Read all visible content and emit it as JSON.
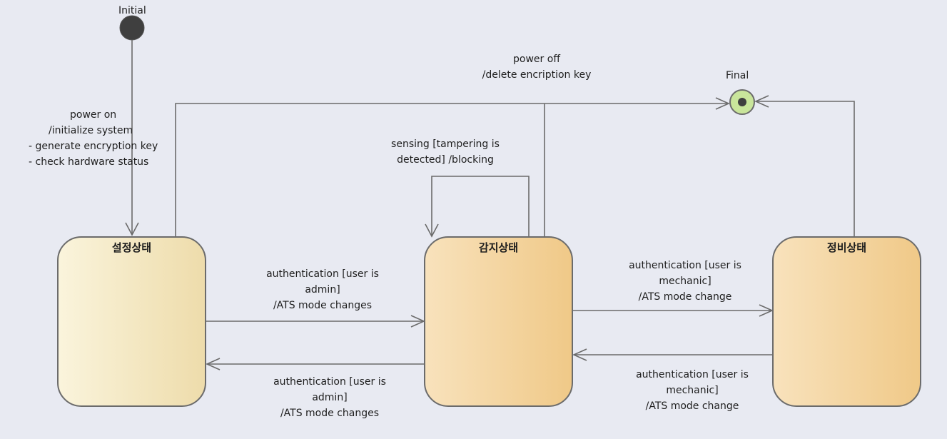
{
  "initial_label": "Initial",
  "final_label": "Final",
  "states": {
    "setup": "설정상태",
    "detect": "감지상태",
    "maint": "정비상태"
  },
  "transitions": {
    "power_on": [
      "power on",
      "/initialize system",
      "- generate encryption key",
      "- check hardware status"
    ],
    "power_off": [
      "power off",
      "/delete encription key"
    ],
    "self_loop": [
      "sensing [tampering is",
      "detected] /blocking"
    ],
    "setup_to_detect": [
      "authentication [user is",
      "admin]",
      "/ATS mode changes"
    ],
    "detect_to_setup": [
      "authentication [user is",
      "admin]",
      "/ATS mode changes"
    ],
    "detect_to_maint": [
      "authentication [user is",
      "mechanic]",
      "/ATS mode change"
    ],
    "maint_to_detect": [
      "authentication [user is",
      "mechanic]",
      "/ATS mode change"
    ]
  },
  "colors": {
    "initial_fill": "#3f3f3f",
    "final_fill": "#c9e59b",
    "line": "#6b6b6b"
  }
}
